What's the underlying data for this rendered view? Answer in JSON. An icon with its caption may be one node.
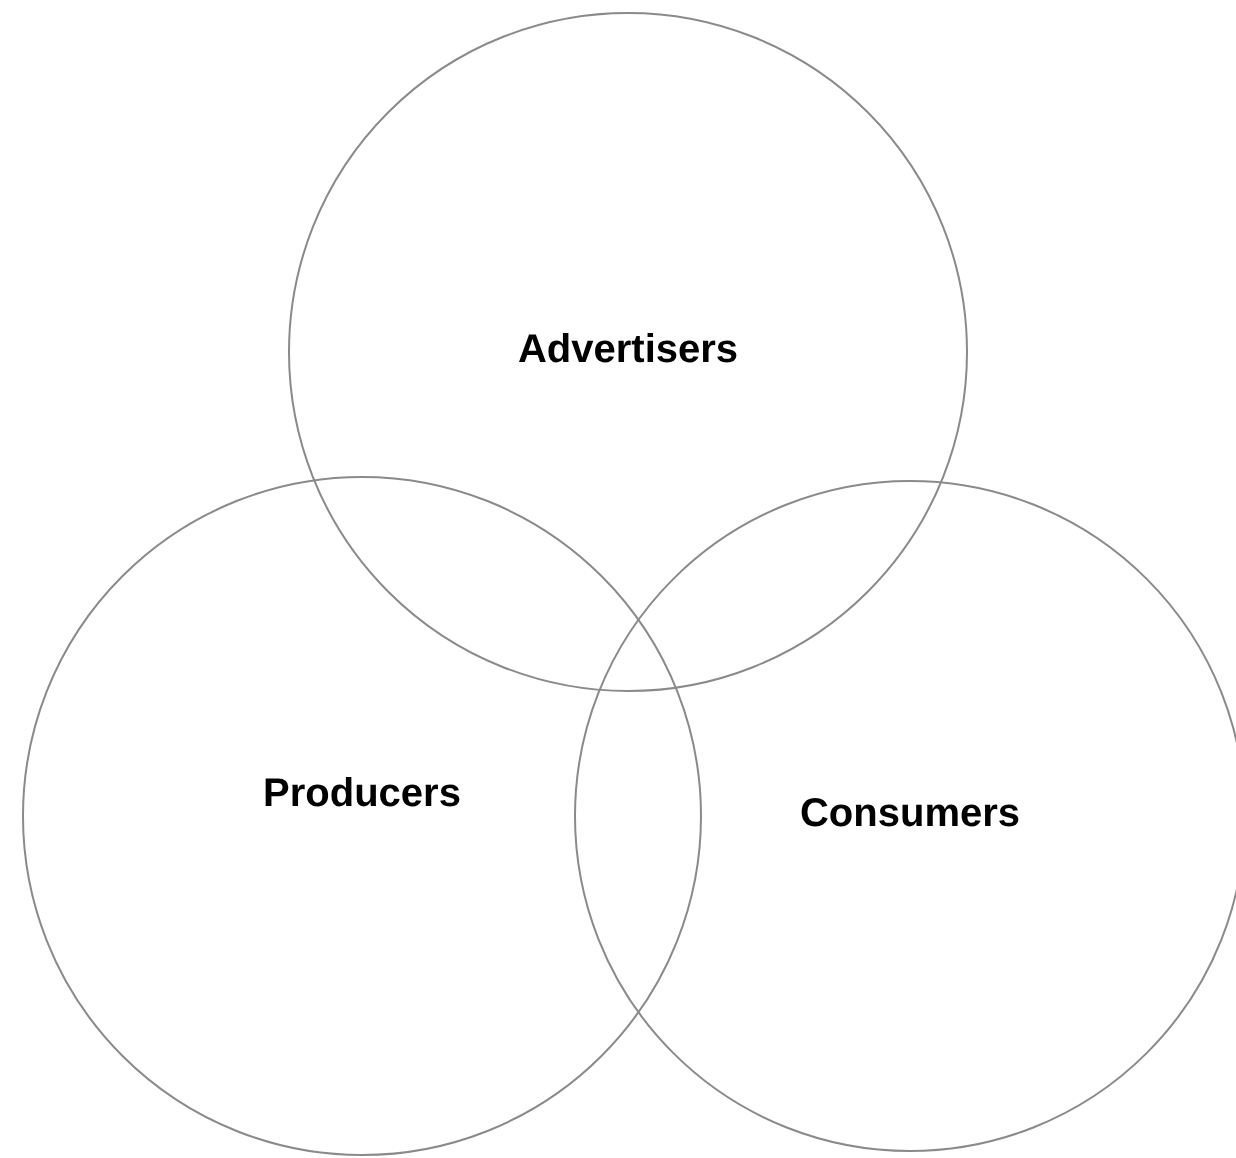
{
  "diagram": {
    "nodes": [
      {
        "text": [
          "Advertisers"
        ]
      },
      {
        "text": [
          "Producers"
        ]
      },
      {
        "text": [
          "Consumers"
        ]
      }
    ]
  }
}
